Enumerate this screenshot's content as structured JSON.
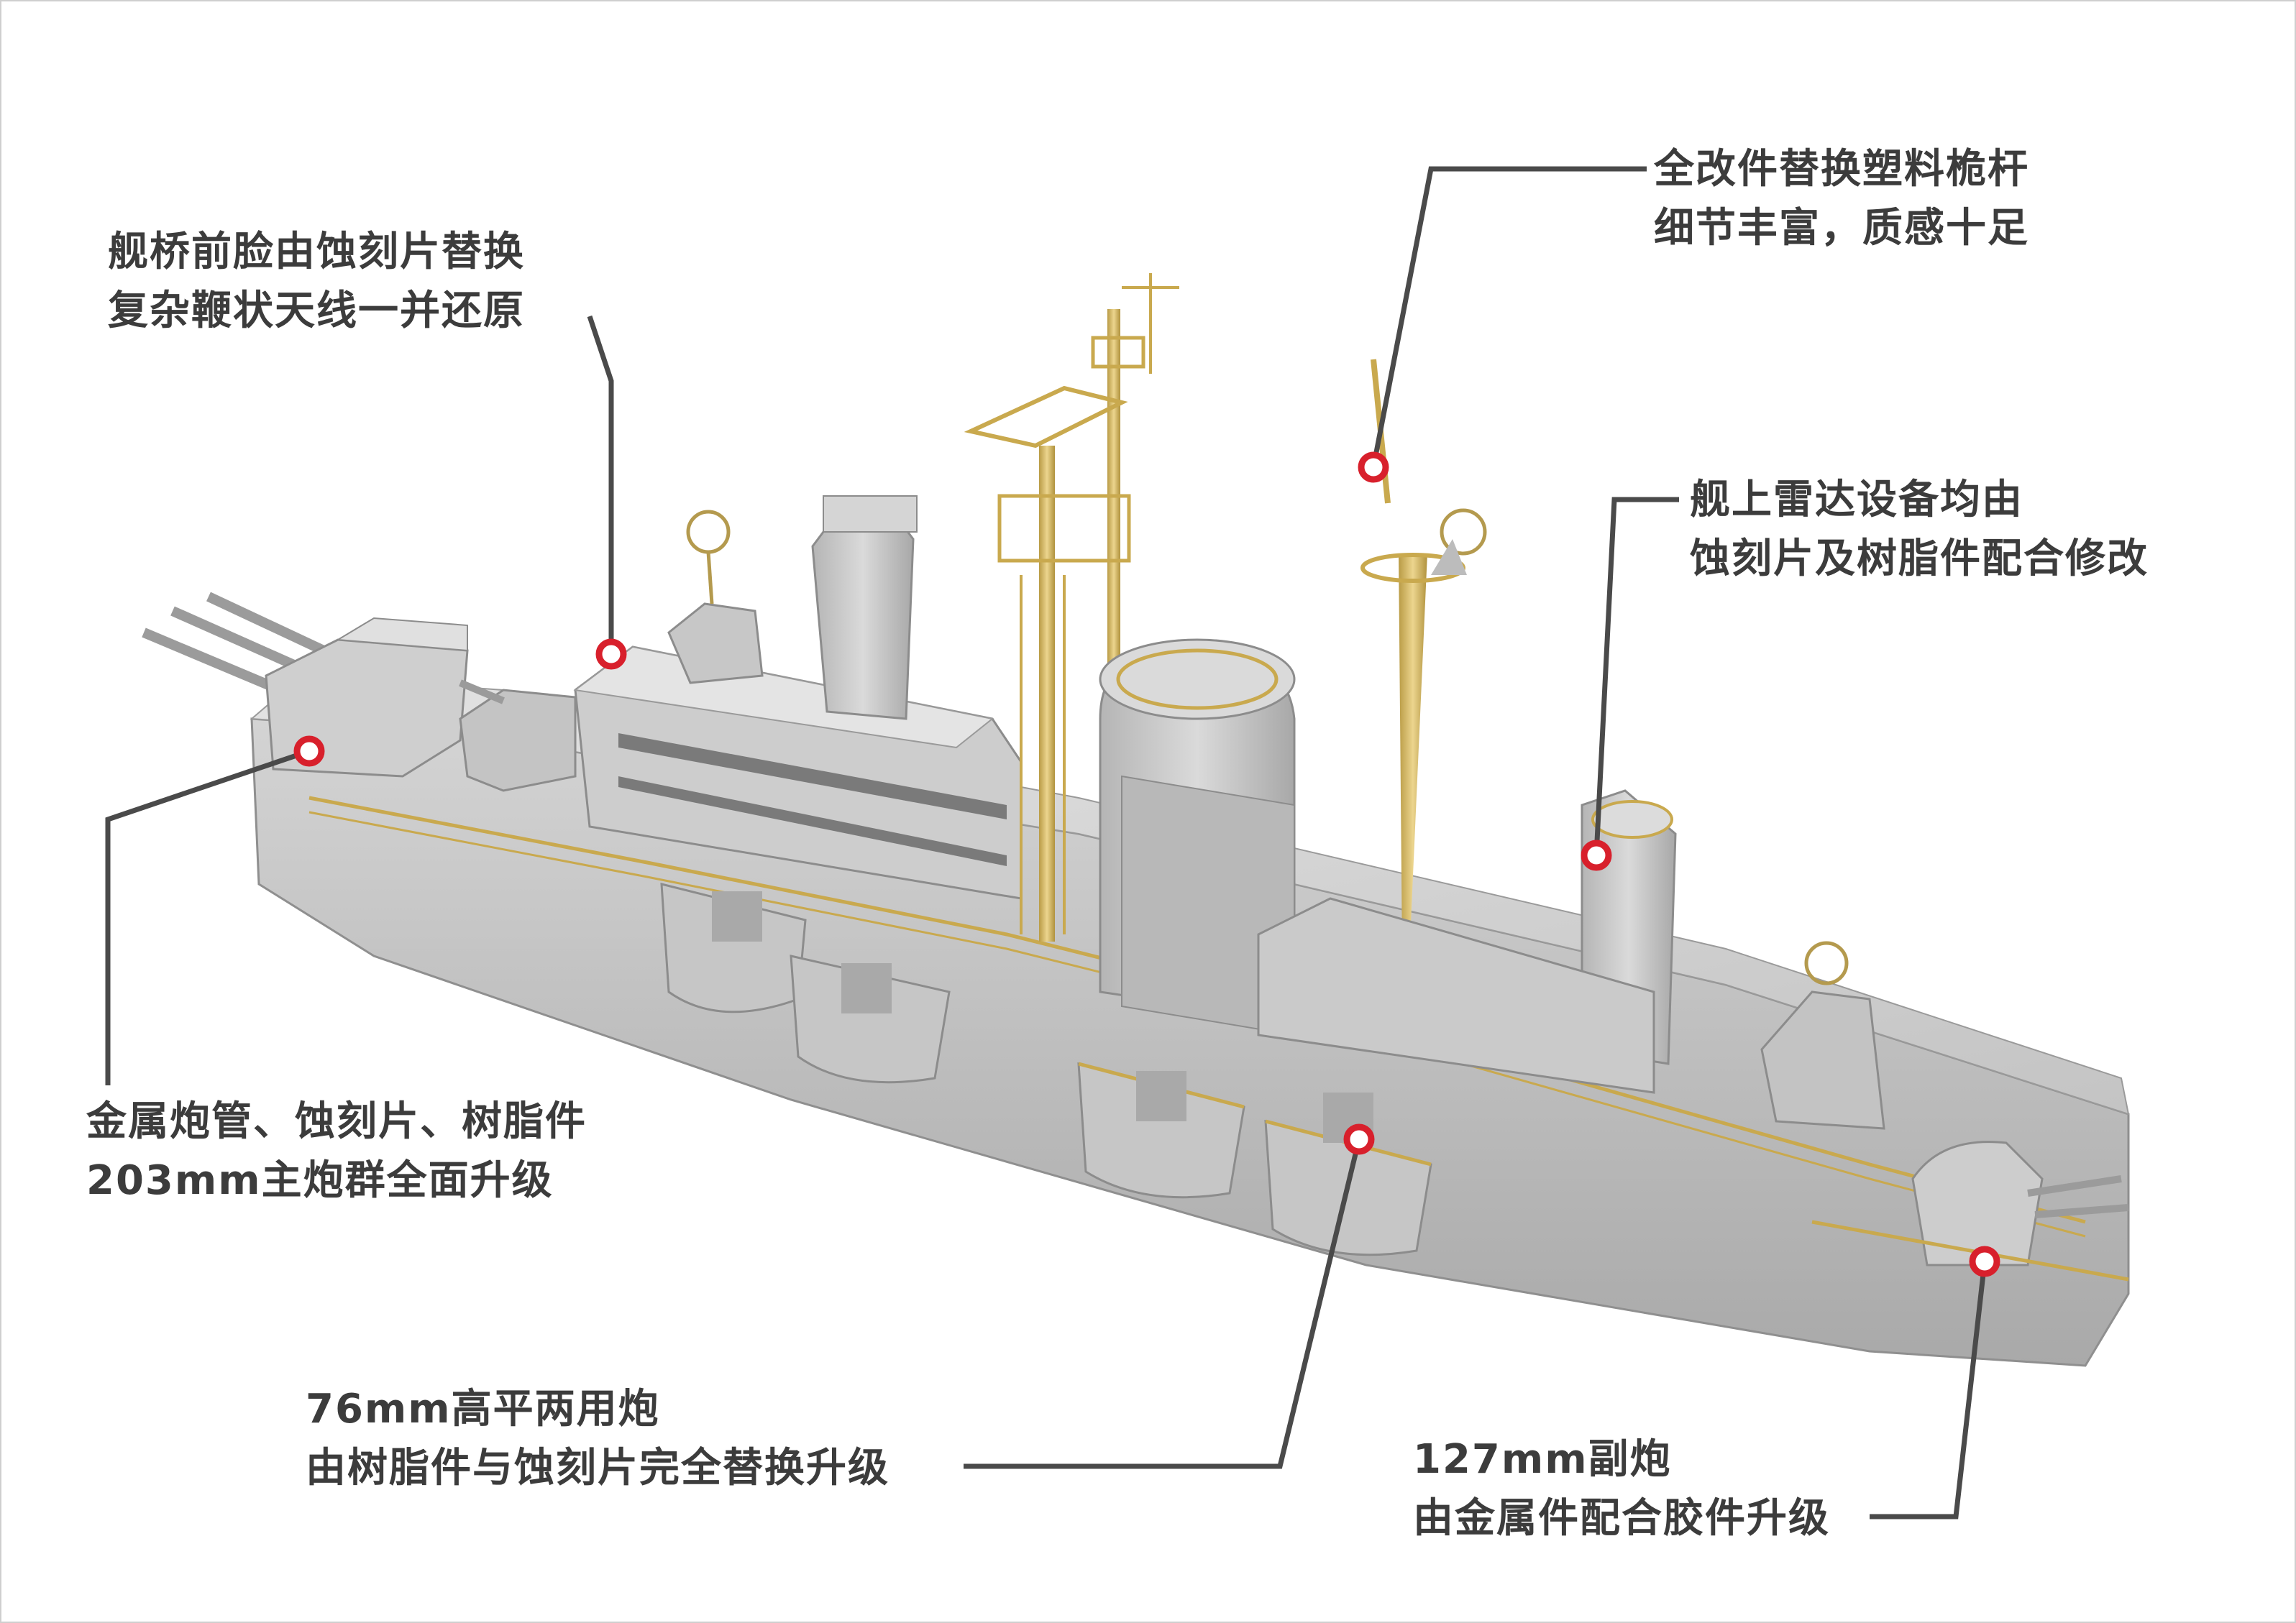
{
  "callouts": {
    "bridge": {
      "line1": "舰桥前脸由蚀刻片替换",
      "line2": "复杂鞭状天线一并还原"
    },
    "mast": {
      "line1": "全改件替换塑料桅杆",
      "line2": "细节丰富，质感十足"
    },
    "radar": {
      "line1": "舰上雷达设备均由",
      "line2": "蚀刻片及树脂件配合修改"
    },
    "main_gun": {
      "line1": "金属炮管、蚀刻片、树脂件",
      "line2": "203mm主炮群全面升级"
    },
    "aa_gun": {
      "line1": "76mm高平两用炮",
      "line2": "由树脂件与蚀刻片完全替换升级"
    },
    "secondary_gun": {
      "line1": "127mm副炮",
      "line2": "由金属件配合胶件升级"
    }
  },
  "colors": {
    "text": "#3c3c3c",
    "leader_line": "#4a4a4a",
    "marker_ring": "#d8202c",
    "hull_gray": "#c9c9c9",
    "brass": "#d9c27a"
  }
}
